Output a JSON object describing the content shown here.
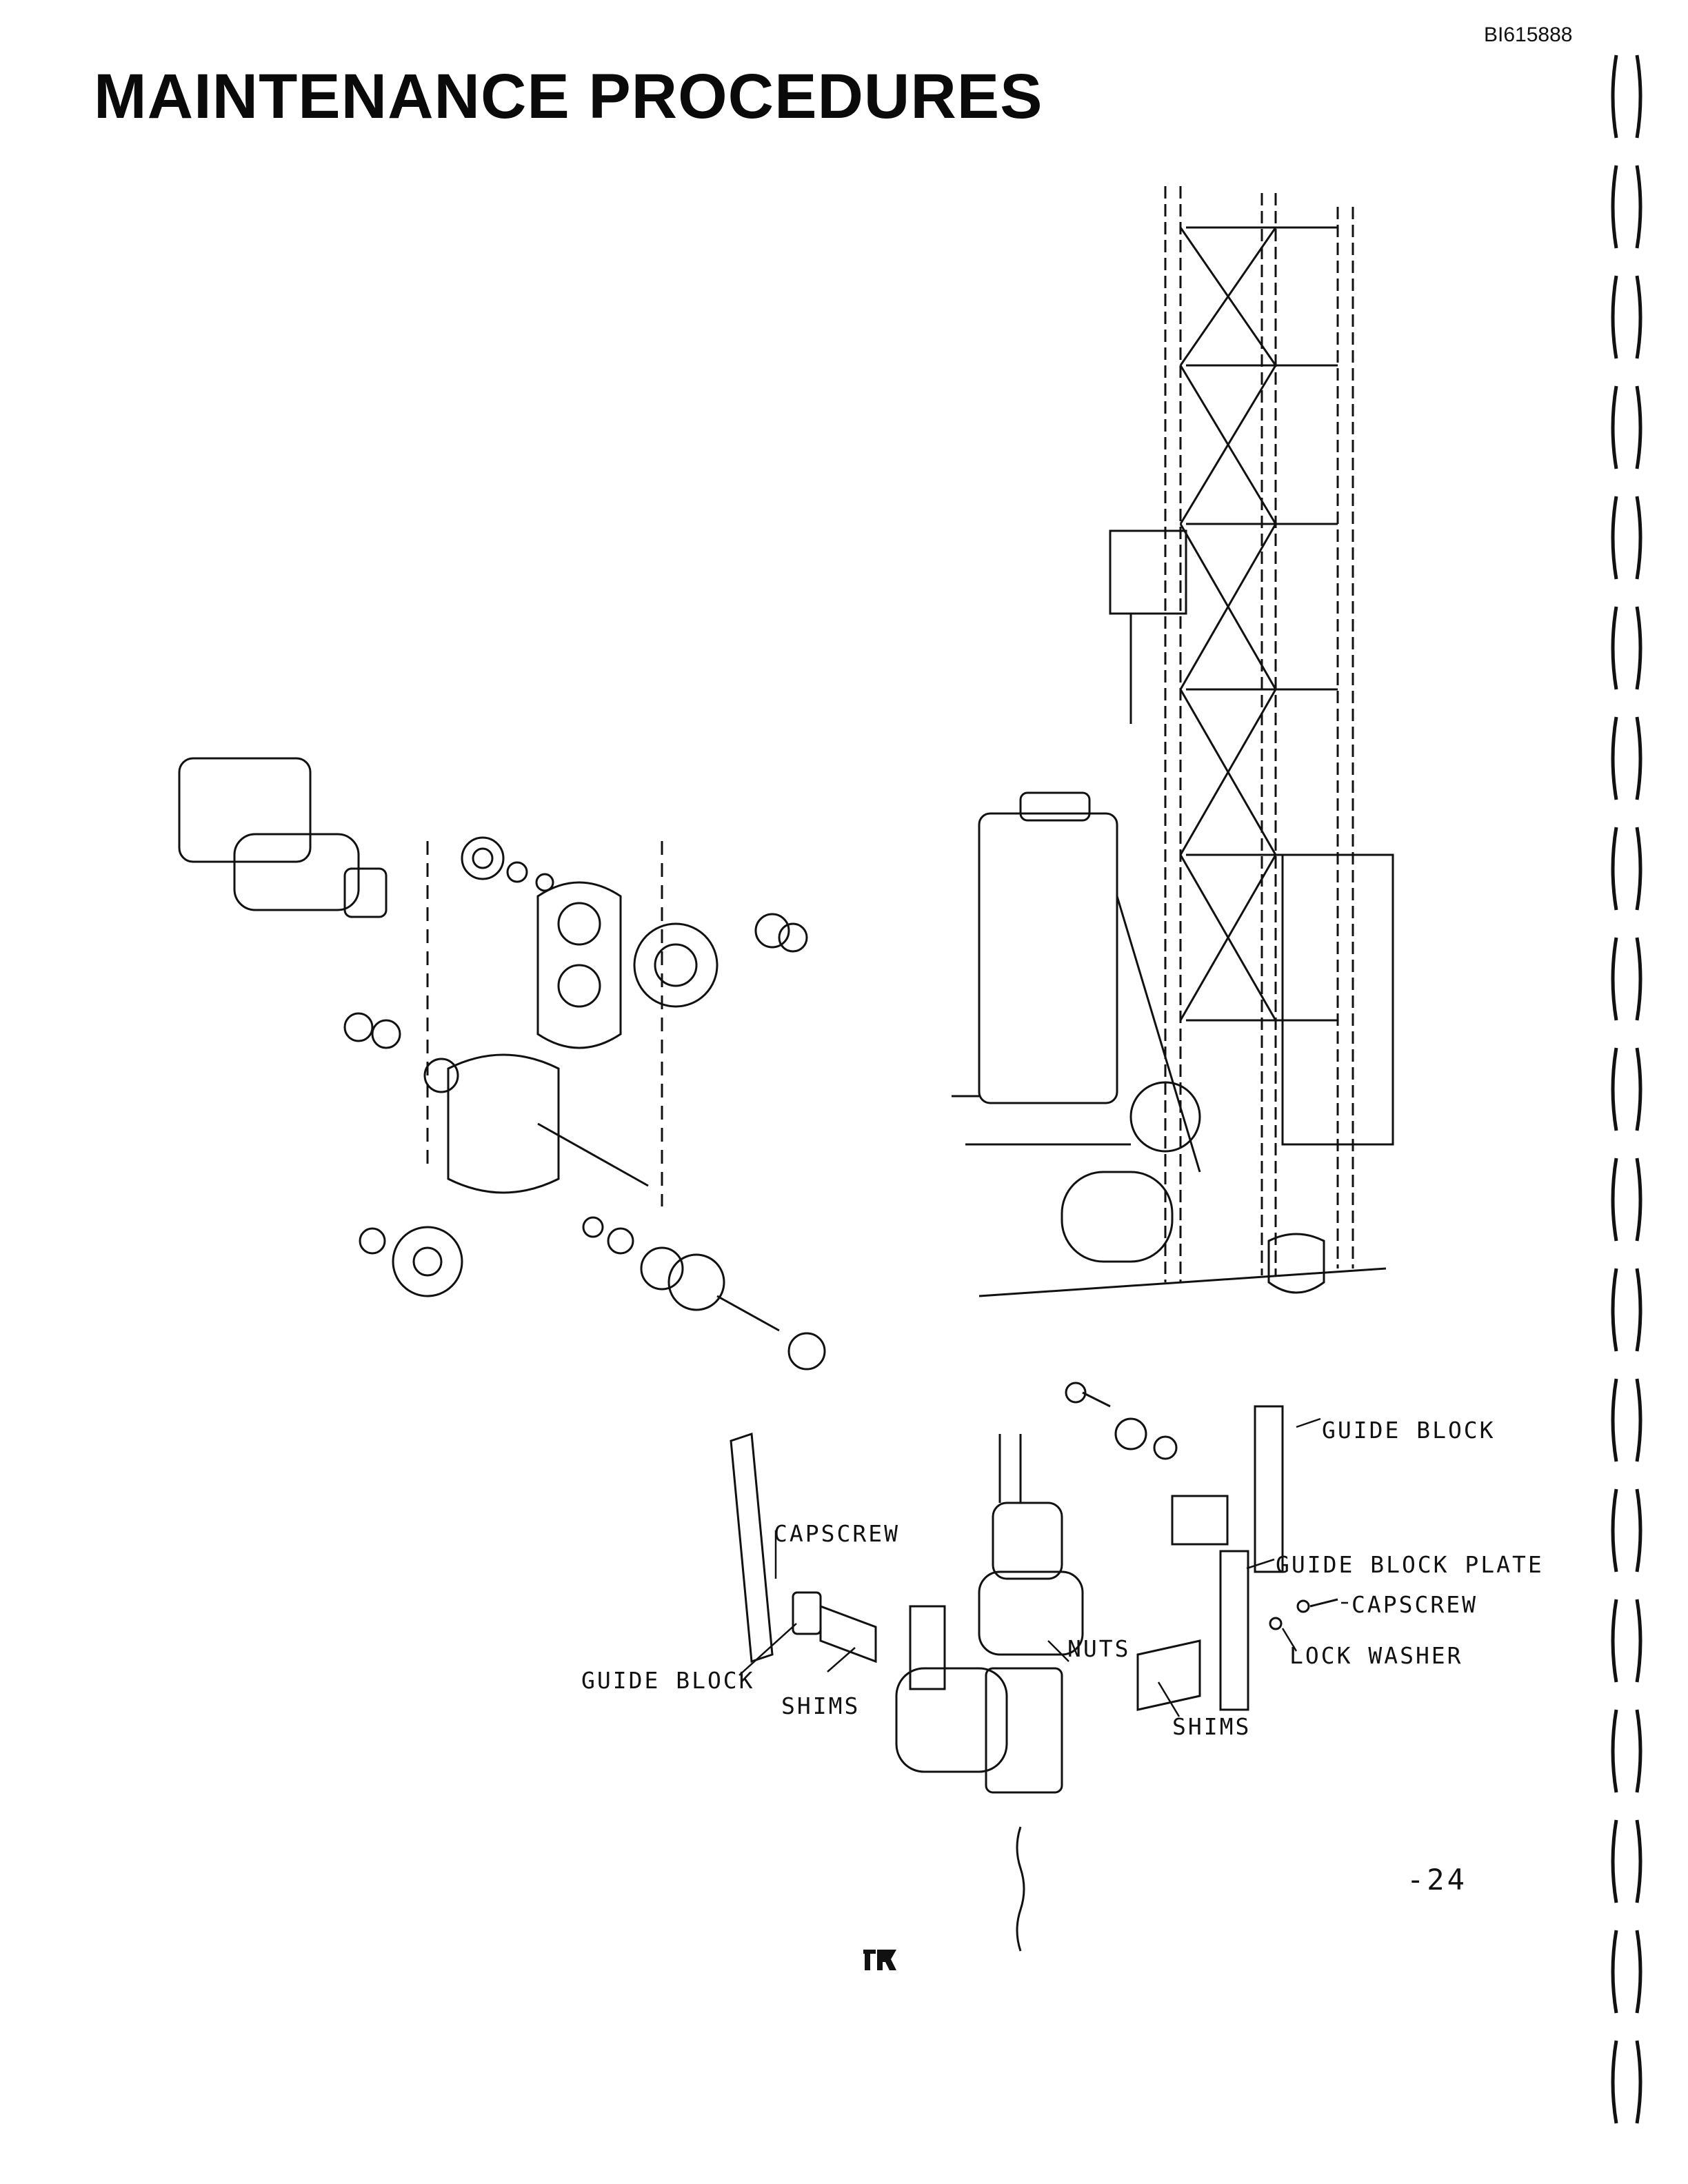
{
  "header": {
    "doc_id": "BI615888",
    "title": "MAINTENANCE PROCEDURES"
  },
  "callouts": {
    "guide_block_right": "GUIDE BLOCK",
    "capscrew_left": "CAPSCREW",
    "guide_block_plate": "GUIDE BLOCK PLATE",
    "capscrew_right": "CAPSCREW",
    "lock_washer": "LOCK WASHER",
    "guide_block_left": "GUIDE BLOCK",
    "nuts": "NUTS",
    "shims_left": "SHIMS",
    "shims_right": "SHIMS"
  },
  "footer": {
    "page_number": "-24",
    "logo_icon": "manufacturer-logo-icon"
  }
}
